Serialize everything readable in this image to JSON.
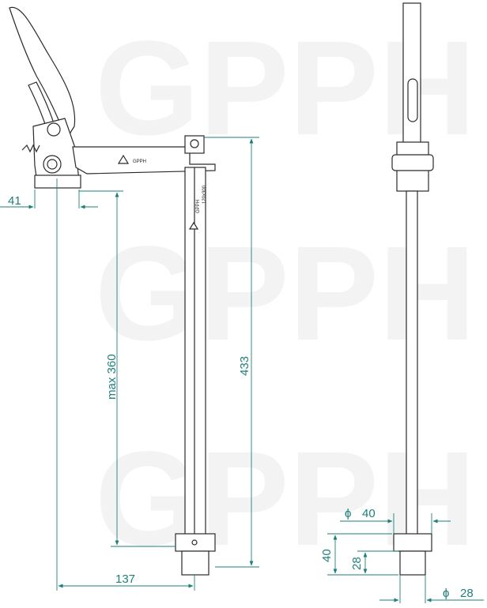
{
  "watermark": "GPPH",
  "brand_label": "GPPH",
  "bar_label": "120x300",
  "colors": {
    "dimension": "#1f7f7a",
    "outline": "#2a2a2a",
    "watermark": "#f3f3f3"
  },
  "dimensions": {
    "d41": "41",
    "max360": "max 360",
    "d433": "433",
    "d137": "137",
    "phi40": "40",
    "h40": "40",
    "h28": "28",
    "phi28": "28",
    "phi_symbol": "ϕ"
  }
}
